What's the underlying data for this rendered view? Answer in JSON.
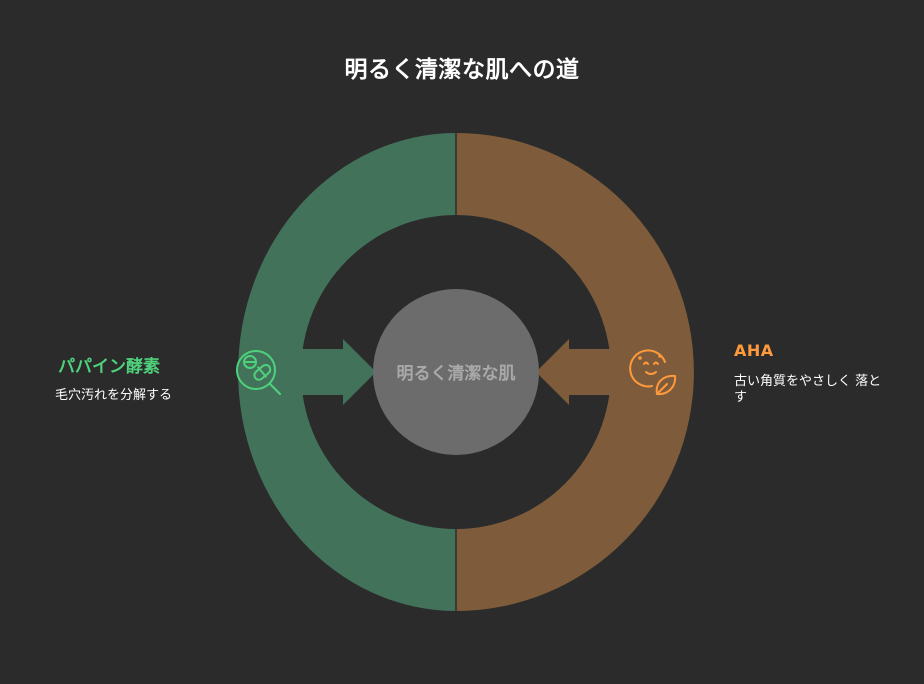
{
  "title": "明るく清潔な肌への道",
  "center": {
    "label": "明るく清潔な肌"
  },
  "left": {
    "title": "パパイン酵素",
    "description": "毛穴汚れを分解する",
    "icon": "pill-magnifier-icon",
    "ring_color": "#42735a",
    "accent_color": "#4fd17c"
  },
  "right": {
    "title": "AHA",
    "description": "古い角質をやさしく 落とす",
    "icon": "face-leaf-icon",
    "ring_color": "#7e5c3b",
    "accent_color": "#ff9a3c"
  }
}
